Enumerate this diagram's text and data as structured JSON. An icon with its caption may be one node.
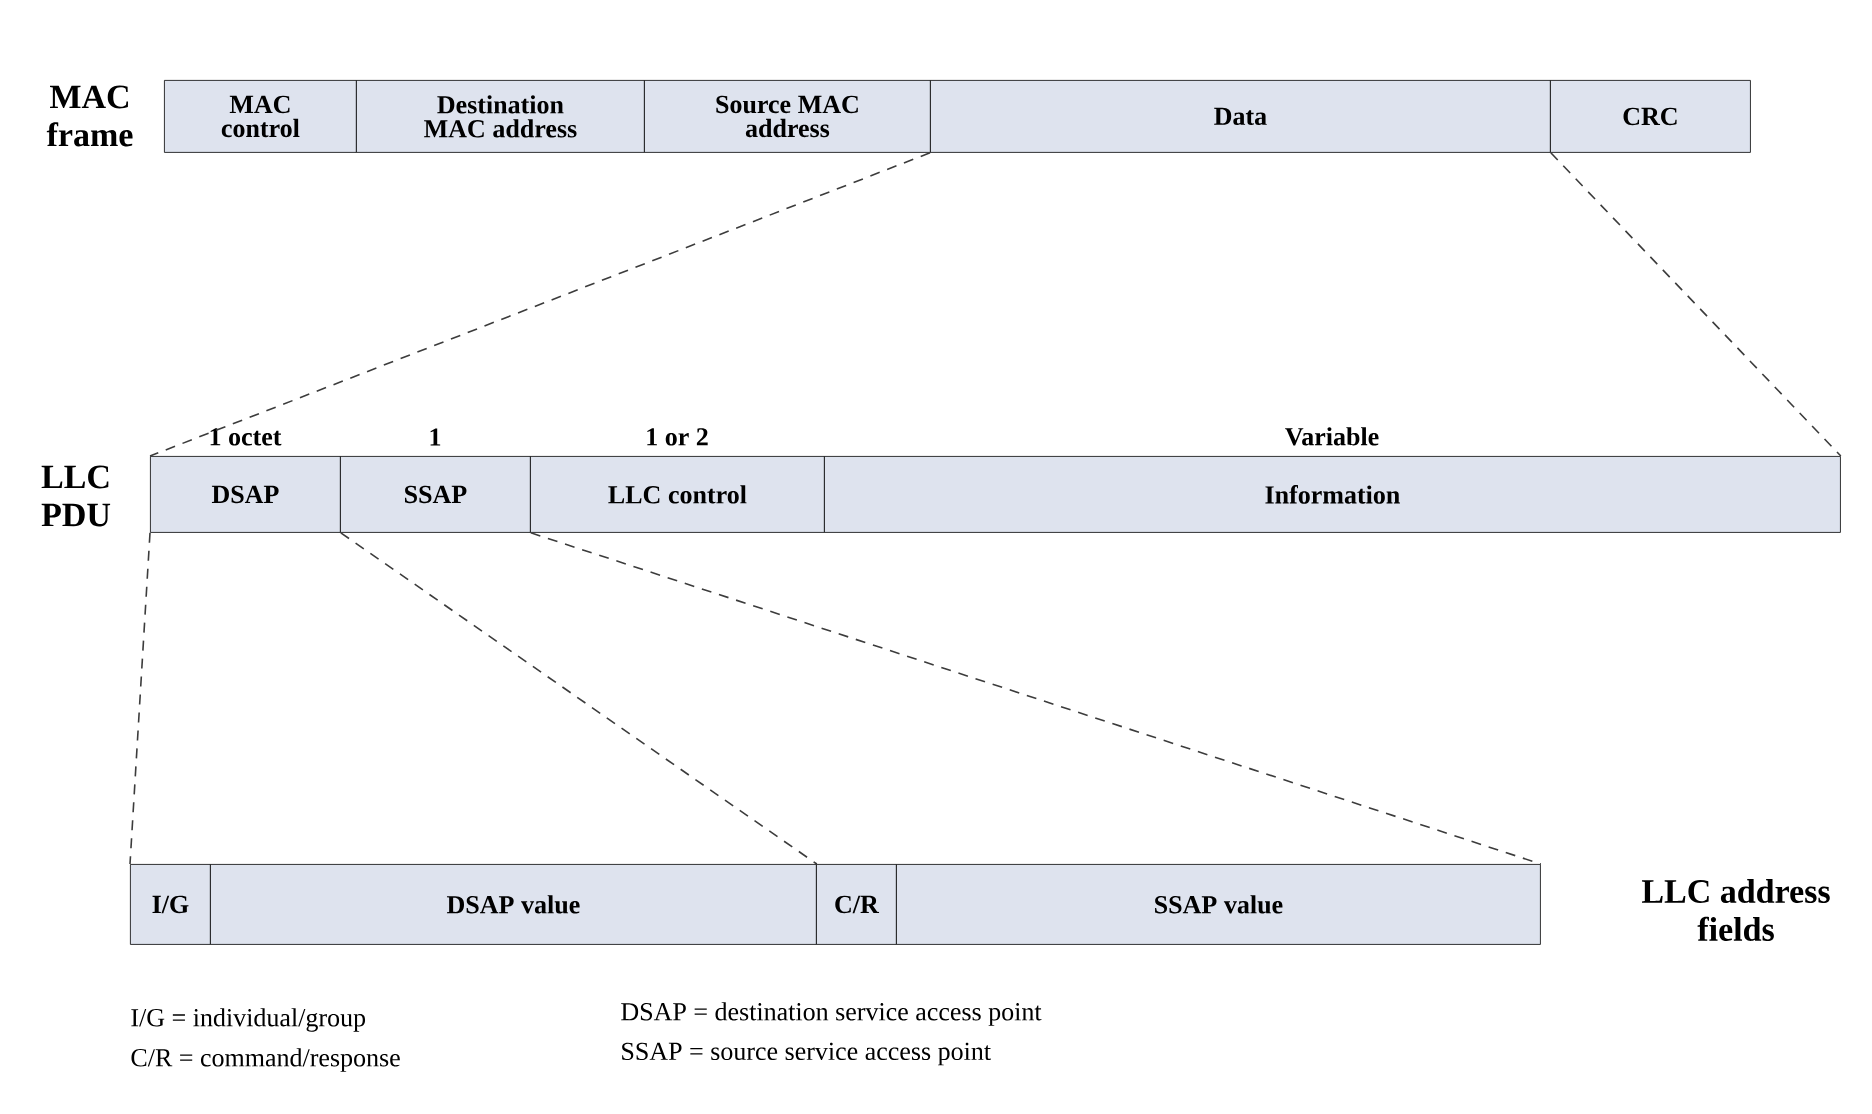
{
  "diagram": {
    "nodes": [
      {
        "text": [
          "MAC control"
        ]
      },
      {
        "text": [
          "Destination MAC address"
        ]
      },
      {
        "text": [
          "Source MAC address"
        ]
      },
      {
        "text": [
          "Data"
        ]
      },
      {
        "text": [
          "CRC"
        ]
      },
      {
        "text": [
          "DSAP"
        ],
        "beside": [
          "1 octet"
        ]
      },
      {
        "text": [
          "SSAP"
        ],
        "beside": [
          "1"
        ]
      },
      {
        "text": [
          "LLC control"
        ],
        "beside": [
          "1 or 2"
        ]
      },
      {
        "text": [
          "Information"
        ],
        "beside": [
          "Variable"
        ]
      },
      {
        "text": [
          "I/G"
        ]
      },
      {
        "text": [
          "DSAP value"
        ]
      },
      {
        "text": [
          "C/R"
        ]
      },
      {
        "text": [
          "SSAP value"
        ]
      }
    ],
    "edges": [
      {
        "from": 3,
        "to": 5,
        "arrow": "none",
        "style": "dashed"
      },
      {
        "from": 3,
        "to": 8,
        "arrow": "none",
        "style": "dashed"
      },
      {
        "from": 5,
        "to": 9,
        "arrow": "none",
        "style": "dashed"
      },
      {
        "from": 5,
        "to": 10,
        "arrow": "none",
        "style": "dashed"
      },
      {
        "from": 6,
        "to": 12,
        "arrow": "none",
        "style": "dashed"
      }
    ],
    "labels": [
      "MAC frame",
      "LLC PDU",
      "LLC address fields",
      "I/G = individual/group",
      "C/R = command/response",
      "DSAP = destination service access point",
      "SSAP = source service access point"
    ]
  }
}
